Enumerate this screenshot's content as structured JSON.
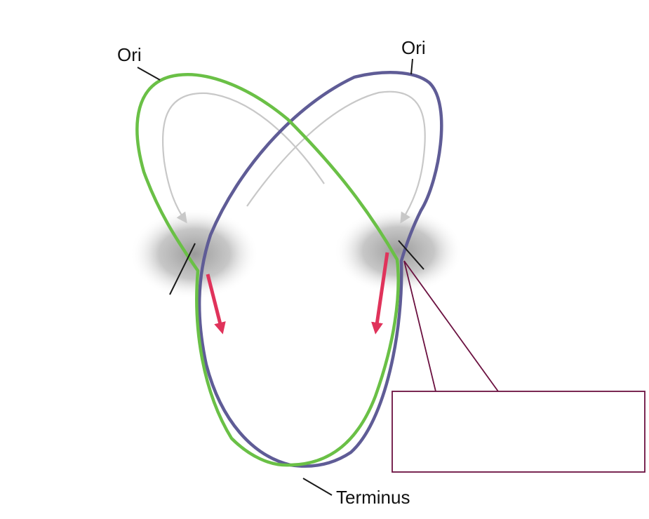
{
  "labels": {
    "ori_left": "Ori",
    "ori_right": "Ori",
    "terminus": "Terminus"
  },
  "colors": {
    "chromosome_green": "#6ac046",
    "chromosome_purple": "#5f5c96",
    "replication_arrow": "#e0335b",
    "path_arrow": "#c8c8c8",
    "callout_border": "#6b1140",
    "label_line": "#1a1a1a",
    "zone_shade": "#9a9a9a"
  }
}
